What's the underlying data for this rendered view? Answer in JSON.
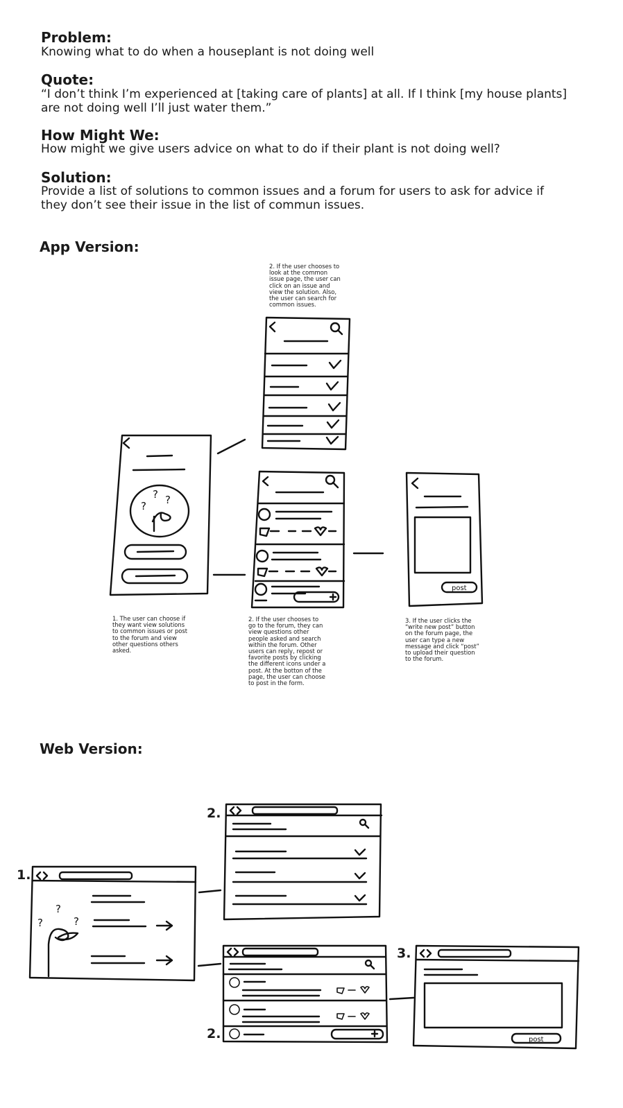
{
  "problem": {
    "label": "Problem:",
    "text": "Knowing what to do when a houseplant is not doing well"
  },
  "quote": {
    "label": "Quote:",
    "text": "“I don’t think I’m experienced at [taking care of plants] at all. If I think [my house plants] are not doing well I’ll just water them.”"
  },
  "hmw": {
    "label": "How Might We:",
    "text": "How might we give users advice on what to do if their plant is not doing well?"
  },
  "solution": {
    "label": "Solution:",
    "text": "Provide a list of solutions to common issues and a forum for users to ask for advice if they don’t see their issue in the list of commun issues."
  },
  "app": {
    "title": "App Version:",
    "note_common": "2. If the user chooses to look at the common issue page, the user can click on an issue and view the solution. Also, the user can search for common issues.",
    "note_home": "1. The user can choose if they want view solutions to common issues or post to the forum and view other questions others asked.",
    "note_forum": "2. If the user chooses to go to the forum, they can view questions other people asked and search within the forum. Other users can reply, repost or favorite posts by clicking the different icons under a post. At the botton of the page, the user can choose to post in the form.",
    "note_post": "3. If the user clicks the “write new post” button on the forum page, the user can type a new message and click “post” to upload their question to the forum.",
    "post_button": "post"
  },
  "web": {
    "title": "Web Version:",
    "label_home": "1.",
    "label_common": "2.",
    "label_forum": "2.",
    "label_post": "3.",
    "post_button": "post"
  }
}
